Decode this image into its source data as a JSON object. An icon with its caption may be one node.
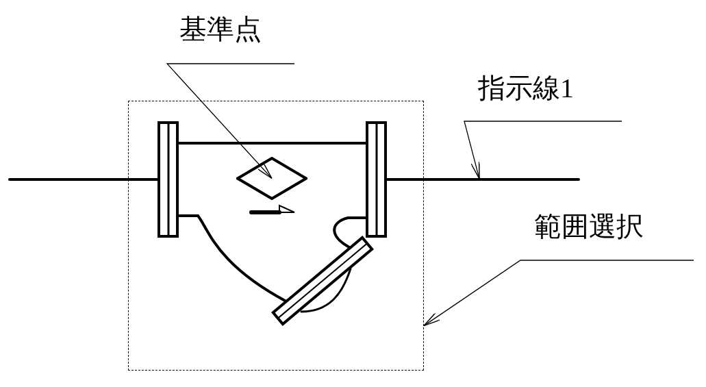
{
  "diagram": {
    "nodes": [
      {
        "text": [
          "基準点"
        ]
      },
      {
        "text": [
          "指示線1"
        ]
      },
      {
        "text": [
          "範囲選択"
        ]
      },
      {
        "text": [],
        "shape": "box"
      },
      {
        "text": [],
        "shape": "diamond",
        "in": 3
      }
    ],
    "edges": [
      {
        "from": 0,
        "to": 4,
        "arrow": "to"
      },
      {
        "from": 1,
        "to": null,
        "arrow": "to"
      },
      {
        "from": 2,
        "to": 3,
        "arrow": "to"
      }
    ]
  }
}
